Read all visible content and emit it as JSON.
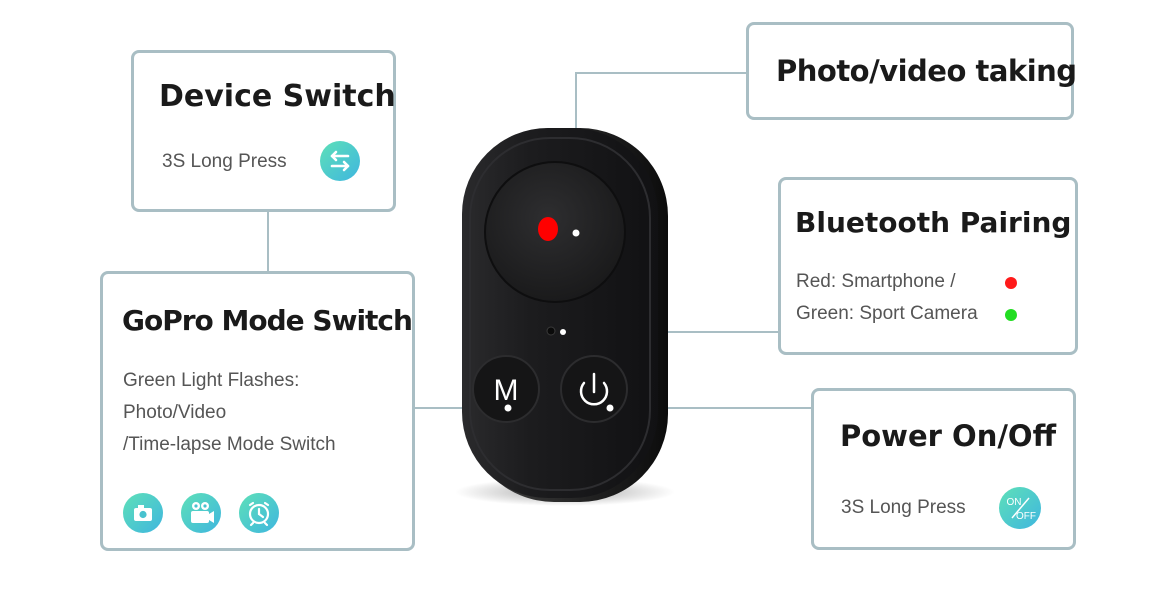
{
  "cards": {
    "device_switch": {
      "title": "Device Switch",
      "text": "3S Long Press",
      "icon": "switch-arrows-icon"
    },
    "gopro_mode": {
      "title": "GoPro Mode Switch",
      "lines": [
        "Green Light Flashes:",
        "Photo/Video",
        "/Time-lapse Mode Switch"
      ],
      "icons": [
        "camera-icon",
        "video-camera-icon",
        "timelapse-icon"
      ]
    },
    "photo_video": {
      "title": "Photo/video taking"
    },
    "bluetooth": {
      "title": "Bluetooth Pairing",
      "line1": "Red: Smartphone /",
      "line2": "Green: Sport Camera",
      "red_color": "#ff1a1a",
      "green_color": "#22dd22"
    },
    "power": {
      "title": "Power On/Off",
      "text": "3S Long Press",
      "icon": "on-off-icon",
      "icon_text_on": "ON",
      "icon_text_off": "OFF"
    }
  },
  "device": {
    "m_button_label": "M",
    "record_dot_color": "#ff0000",
    "body_color": "#1c1c1e"
  },
  "colors": {
    "card_border": "#a9bec4",
    "connector": "#a9bec4",
    "icon_gradient_start": "#5ee0b8",
    "icon_gradient_end": "#3fb6df"
  }
}
